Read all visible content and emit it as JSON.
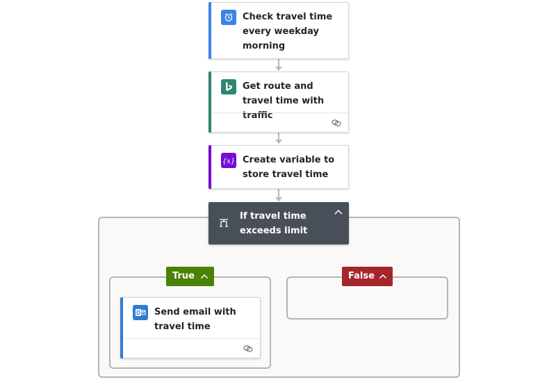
{
  "colors": {
    "trigger_accent": "#3c83e6",
    "bing_accent": "#2e8572",
    "variable_accent": "#770bd6",
    "email_accent": "#2f7bd4",
    "condition_bg": "#484f58",
    "true_badge": "#498205",
    "false_badge": "#a4262c"
  },
  "steps": {
    "trigger": {
      "title": "Check travel time every weekday morning",
      "icon": "alarm-clock-icon"
    },
    "route": {
      "title": "Get route and travel time with traffic",
      "icon": "bing-logo-icon"
    },
    "variable": {
      "title": "Create variable to store travel time",
      "icon": "variable-icon"
    },
    "condition": {
      "title": "If travel time exceeds limit",
      "icon": "condition-icon"
    },
    "email": {
      "title": "Send email with travel time",
      "icon": "outlook-icon"
    }
  },
  "branches": {
    "true_label": "True",
    "false_label": "False"
  }
}
